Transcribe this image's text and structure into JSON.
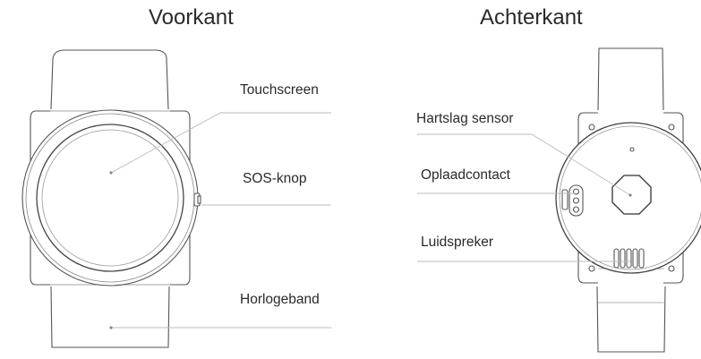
{
  "front": {
    "heading": "Voorkant",
    "labels": {
      "touchscreen": "Touchscreen",
      "sos": "SOS-knop",
      "band": "Horlogeband"
    }
  },
  "back": {
    "heading": "Achterkant",
    "labels": {
      "heart_rate": "Hartslag sensor",
      "charging": "Oplaadcontact",
      "speaker": "Luidspreker"
    }
  }
}
